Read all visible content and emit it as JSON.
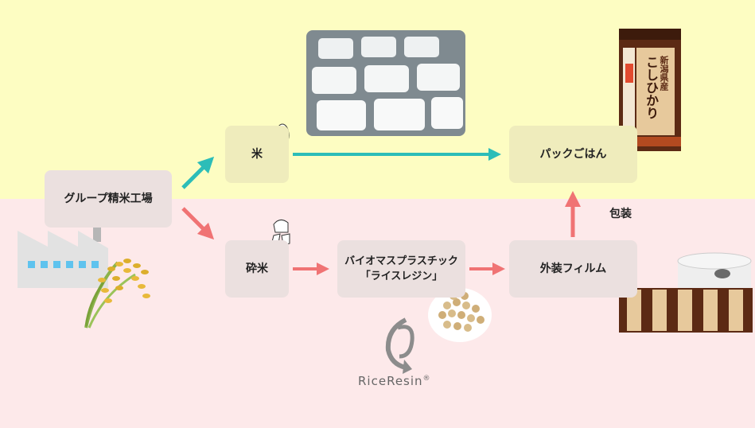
{
  "nodes": {
    "factory": "グループ精米工場",
    "rice": "米",
    "broken_rice": "砕米",
    "bioplastic_line1": "バイオマスプラスチック",
    "bioplastic_line2": "「ライスレジン」",
    "film": "外装フィルム",
    "packed_rice": "パックごはん"
  },
  "edge_label_packaging": "包装",
  "logo": {
    "text": "RiceResin",
    "mark": "®"
  },
  "product": {
    "prefecture": "新潟県産",
    "variety": "こしひかり"
  },
  "colors": {
    "top_band": "#fdfdc2",
    "bottom_band": "#fde9ea",
    "teal_arrow": "#2cbdb8",
    "pink_arrow": "#f07374"
  }
}
